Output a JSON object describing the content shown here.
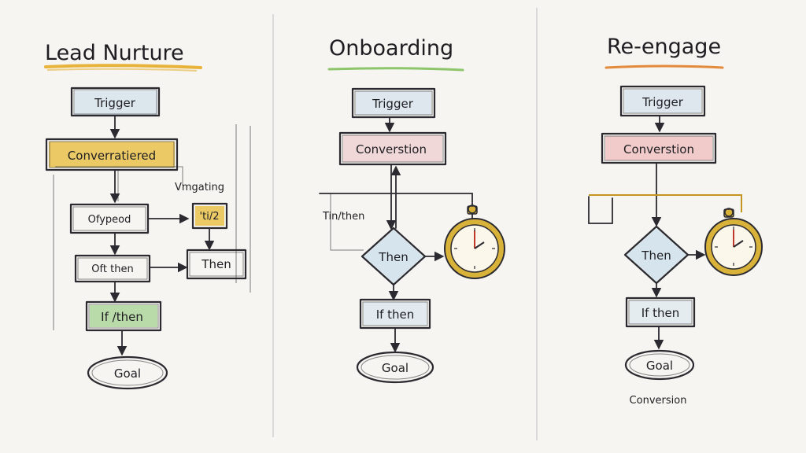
{
  "panels": [
    {
      "title": "Lead Nurture",
      "accent": "#e8b33a",
      "nodes": {
        "trigger": "Trigger",
        "conversion": "Converratiered",
        "step1": "Ofypeod",
        "step2": "Oft then",
        "ifthen": "If /then",
        "side_label": "Vmgating",
        "side_box": "'ti/2",
        "then": "Then",
        "goal": "Goal"
      }
    },
    {
      "title": "Onboarding",
      "accent": "#8cc56a",
      "nodes": {
        "trigger": "Trigger",
        "conversion": "Converstion",
        "side_label": "Tin/then",
        "then": "Then",
        "ifthen": "If then",
        "goal": "Goal"
      }
    },
    {
      "title": "Re-engage",
      "accent": "#e48a3c",
      "nodes": {
        "trigger": "Trigger",
        "conversion": "Converstion",
        "then": "Then",
        "ifthen": "If then",
        "goal": "Goal",
        "caption": "Conversion"
      }
    }
  ],
  "colors": {
    "trigger_blue": "#7fb1df",
    "conversion_yellow": "#e9c24e",
    "conversion_pink": "#e6a3ad",
    "conversion_red": "#e56a70",
    "ifthen_green": "#9fcf8a",
    "diamond_blue": "#bcd6ea",
    "clock_gold": "#d9b23a",
    "pencil": "#2a2a30"
  },
  "icons": [
    "stopwatch-icon",
    "stopwatch-icon"
  ]
}
